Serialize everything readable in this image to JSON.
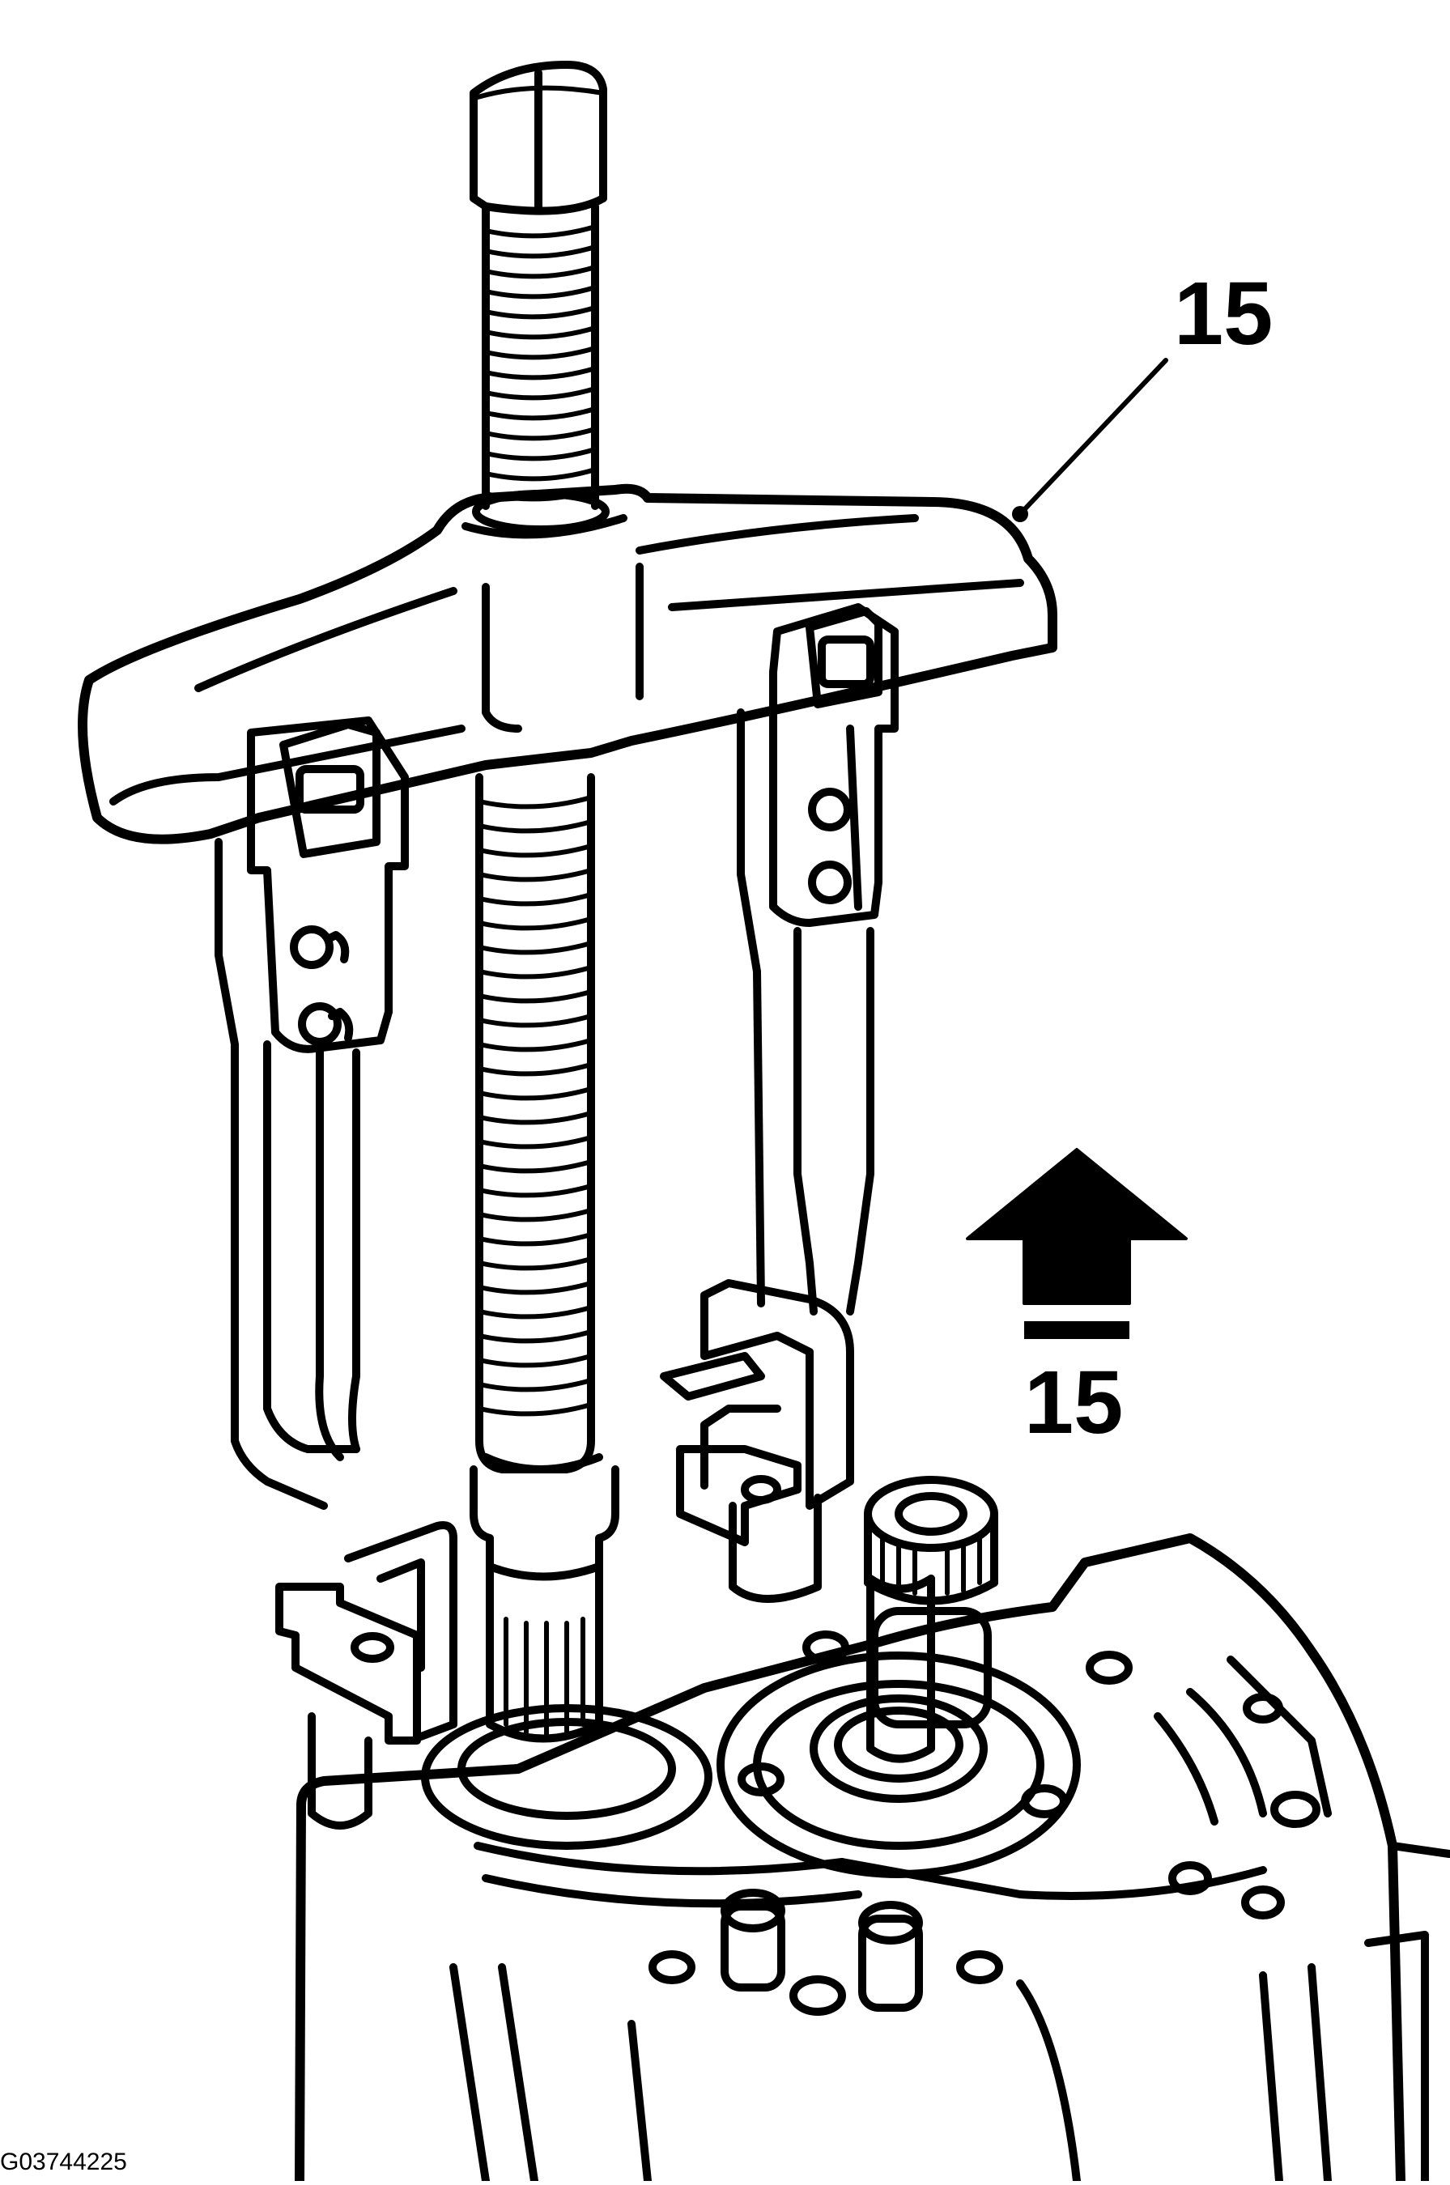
{
  "callouts": {
    "tool_number": "15",
    "arrow_number": "15"
  },
  "figure_id": "G03744225",
  "icons": {
    "direction_arrow": "up-arrow-icon",
    "leader_line": "leader-line"
  }
}
